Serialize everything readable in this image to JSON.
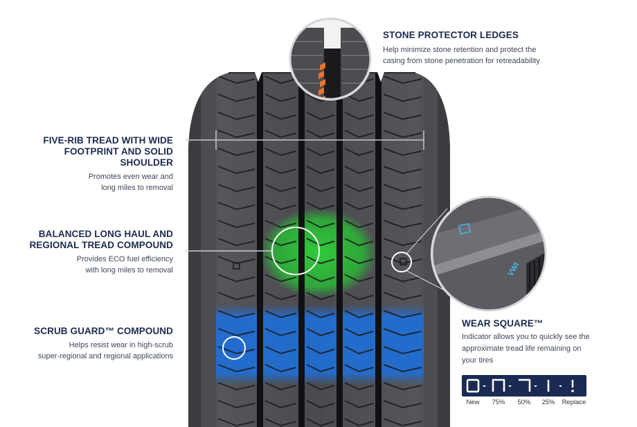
{
  "callouts": {
    "stone": {
      "title": "STONE PROTECTOR LEDGES",
      "desc1": "Help minimize stone retention and protect the",
      "desc2": "casing from stone penetration for retreadability"
    },
    "fiverib": {
      "title1": "FIVE-RIB TREAD WITH WIDE",
      "title2": "FOOTPRINT AND SOLID SHOULDER",
      "desc1": "Promotes even wear and",
      "desc2": "long miles to removal"
    },
    "balanced": {
      "title1": "BALANCED LONG HAUL AND",
      "title2": "REGIONAL TREAD COMPOUND",
      "desc1": "Provides ECO fuel efficiency",
      "desc2": "with long miles to removal"
    },
    "scrub": {
      "title": "SCRUB GUARD™ COMPOUND",
      "desc1": "Helps resist wear in high-scrub",
      "desc2": "super-regional and regional applications"
    },
    "wear": {
      "title": "WEAR SQUARE™",
      "desc1": "Indicator allows you to quickly see the",
      "desc2": "approximate tread life remaining on",
      "desc3": "your tires"
    }
  },
  "wear_levels": [
    {
      "label": "New",
      "glyph": "square"
    },
    {
      "label": "75%",
      "glyph": "three-quarter"
    },
    {
      "label": "50%",
      "glyph": "half"
    },
    {
      "label": "25%",
      "glyph": "bar"
    },
    {
      "label": "Replace",
      "glyph": "exclaim"
    }
  ],
  "zoom_label": "VWI",
  "colors": {
    "title": "#1c2a4e",
    "compound_green": "#2fbf3a",
    "compound_blue": "#1f6fd8",
    "ledge_orange": "#e8732a",
    "tire_dark": "#2b2b2e",
    "legend_box": "#1b2a52"
  }
}
